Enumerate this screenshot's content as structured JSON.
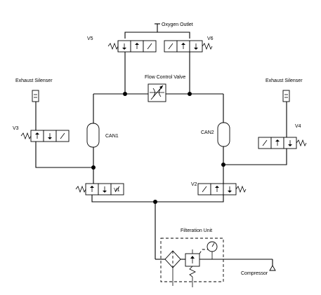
{
  "labels": {
    "oxygen_outlet": "Oxygen Outlet",
    "v5": "V5",
    "v6": "V6",
    "flow_control_valve": "Flow Control Valve",
    "exhaust_silencer_left": "Exhaust Silenser",
    "exhaust_silencer_right": "Exhaust Silenser",
    "v3": "V3",
    "v4": "V4",
    "can1": "CAN1",
    "can2": "CAN2",
    "v1": "V1",
    "v2": "V2",
    "filteration_unit": "Filteration Unit",
    "compressor": "Compressor"
  }
}
